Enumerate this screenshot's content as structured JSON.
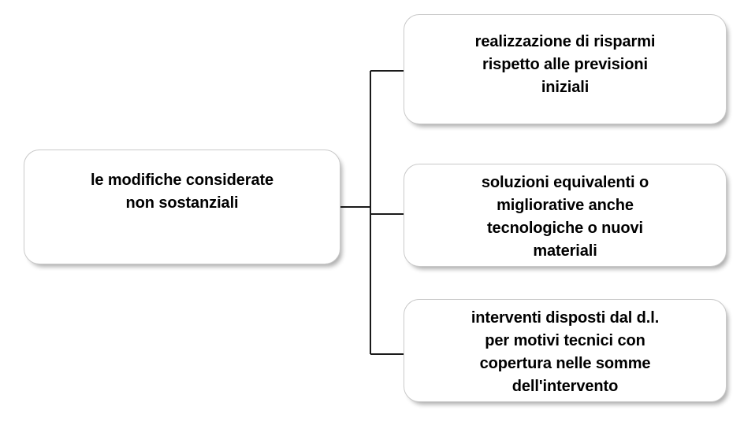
{
  "diagram": {
    "type": "tree",
    "orientation": "left-to-right",
    "background_color": "#ffffff",
    "node_fill_color": "#ffffff",
    "node_border_color": "#c9c9c9",
    "connector_color": "#1a1a1a",
    "text_color": "#000000",
    "root": {
      "label": "le modifiche considerate\nnon sostanziali",
      "lines": [
        "le modifiche considerate",
        "non sostanziali"
      ]
    },
    "children": [
      {
        "label": "realizzazione di risparmi\nrispetto alle previsioni\niniziali",
        "lines": [
          "realizzazione di risparmi",
          "rispetto alle previsioni",
          "iniziali"
        ]
      },
      {
        "label": "soluzioni equivalenti o\nmigliorative anche\ntecnologiche o nuovi\nmateriali",
        "lines": [
          "soluzioni equivalenti o",
          "migliorative anche",
          "tecnologiche o nuovi",
          "materiali"
        ]
      },
      {
        "label": "interventi disposti dal d.l.\nper motivi tecnici con\ncopertura nelle somme\ndell'intervento",
        "lines": [
          "interventi disposti dal d.l.",
          "per motivi tecnici con",
          "copertura nelle somme",
          "dell'intervento"
        ]
      }
    ]
  }
}
